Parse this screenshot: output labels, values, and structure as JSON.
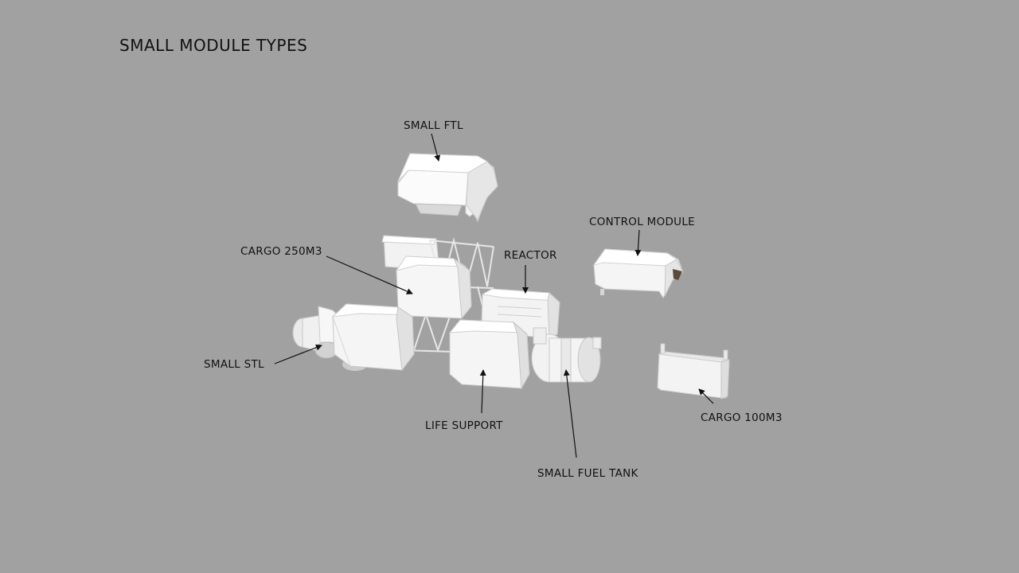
{
  "title": "SMALL MODULE TYPES",
  "labels": {
    "small_ftl": "SMALL FTL",
    "control_module": "CONTROL MODULE",
    "cargo_250": "CARGO 250M3",
    "reactor": "REACTOR",
    "small_stl": "SMALL STL",
    "life_support": "LIFE SUPPORT",
    "cargo_100": "CARGO 100M3",
    "small_fuel_tank": "SMALL FUEL TANK"
  },
  "colors": {
    "background": "#a1a1a1",
    "module_light": "#ffffff",
    "module_mid": "#ececec",
    "module_shade": "#d6d6d6",
    "text": "#111111"
  }
}
